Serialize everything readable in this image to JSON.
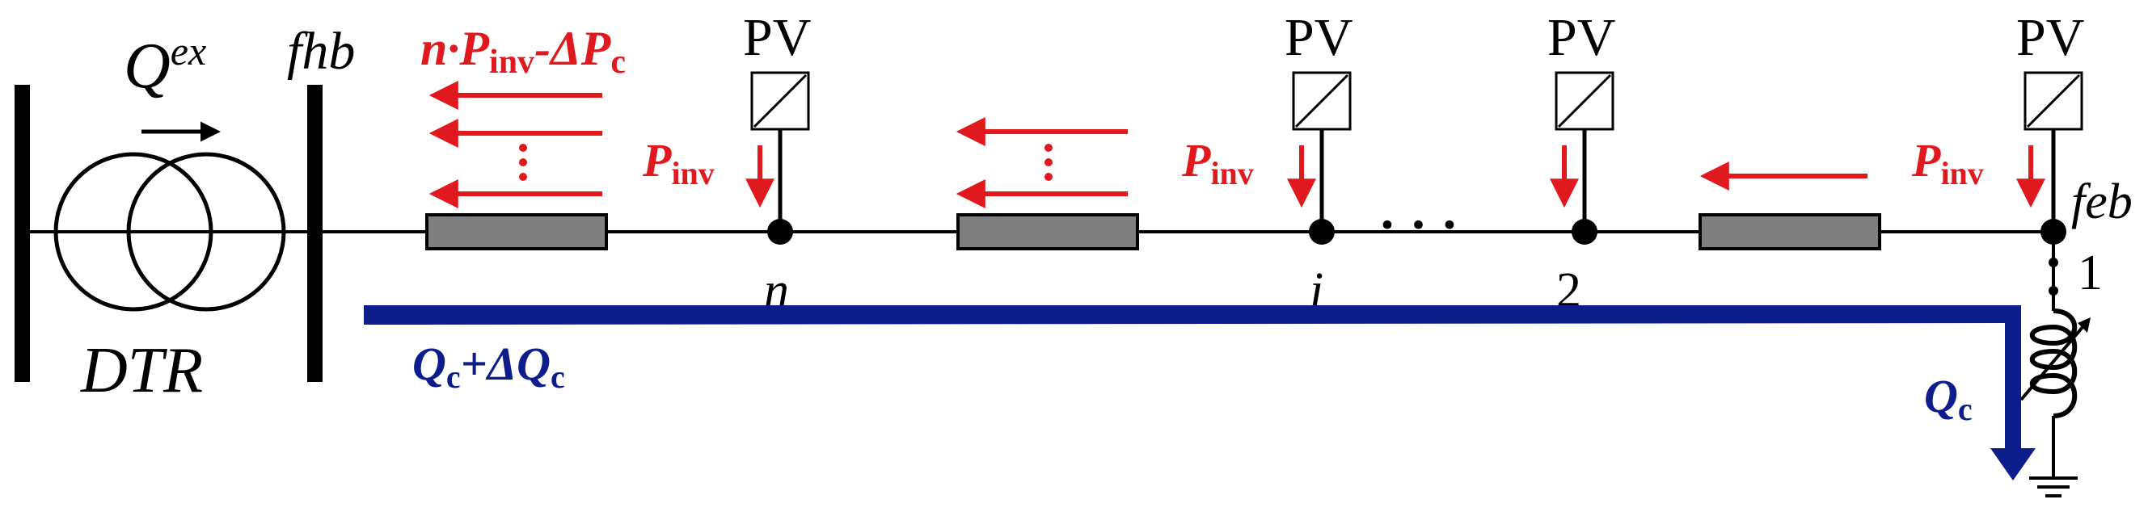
{
  "colors": {
    "line": "#000000",
    "flow_red": "#e0191f",
    "flow_blue": "#0d1d8c",
    "line_segment": "#7f7f7f"
  },
  "labels": {
    "transformer_q_main": "Q",
    "transformer_q_sup": "ex",
    "transformer_name": "DTR",
    "head_bus": "fhb",
    "end_bus": "feb",
    "pv_label": "PV",
    "node_n": "n",
    "node_i": "i",
    "node_2": "2",
    "node_1": "1",
    "dots": "·   ·   ·"
  },
  "active_flow": {
    "n": "n",
    "dot": "·",
    "p": "P",
    "inv_sub": "inv",
    "minus_delta": "-ΔP",
    "c_sub": "c"
  },
  "pinv": {
    "p": "P",
    "sub": "inv"
  },
  "reactive_flow": {
    "total_q": "Q",
    "total_sub": "c",
    "total_suffix": "+ΔQ",
    "total_suffix_sub": "c",
    "end_q": "Q",
    "end_sub": "c"
  },
  "icons": {
    "pv_box": "pv-converter-icon",
    "transformer": "transformer-icon",
    "reactor": "variable-inductor-icon",
    "ground": "ground-icon"
  }
}
